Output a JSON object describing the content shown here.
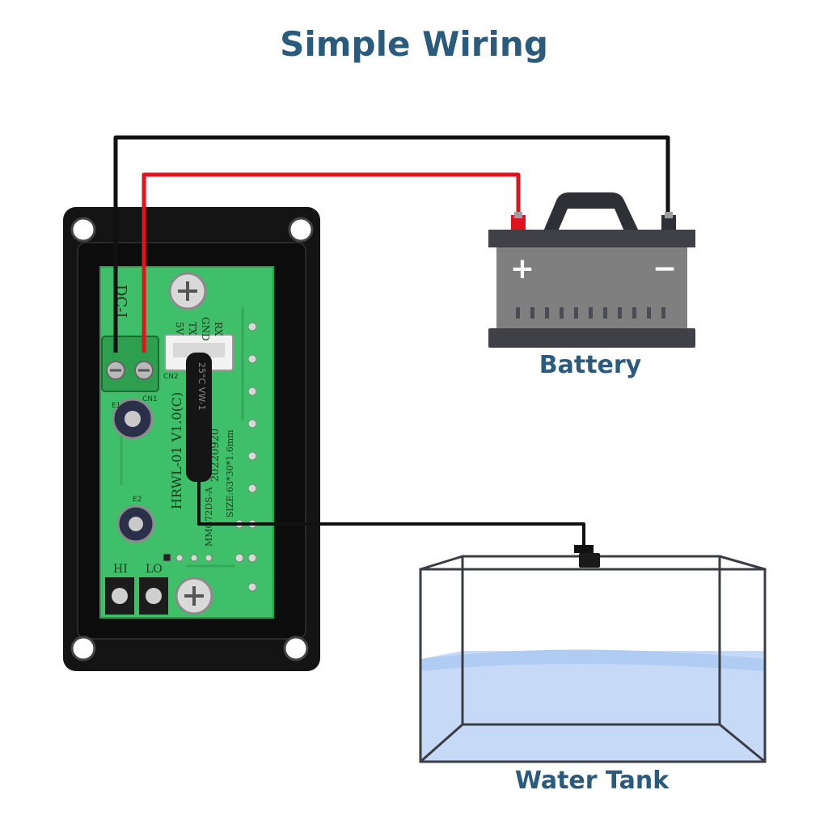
{
  "title": "Simple Wiring",
  "labels": {
    "battery": "Battery",
    "tank": "Water Tank"
  },
  "board": {
    "model": "HRWL-01 V1.0(C)",
    "date": "20220920",
    "size": "SIZE:63*30*1.6mm",
    "pins": [
      "5V",
      "TX",
      "GND",
      "RX"
    ],
    "buttons": [
      "HI",
      "LO"
    ],
    "cn1": "CN1",
    "cn2": "CN2",
    "e1": "E1",
    "e2": "E2",
    "cable": "25°C  VW-1",
    "id_side": "DC-I",
    "part": "MMG72DS-A"
  },
  "battery": {
    "plus": "+",
    "minus": "−"
  },
  "colors": {
    "title": "#2b5b7c",
    "wire_black": "#111111",
    "wire_red": "#e0141e",
    "battery_body": "#7f7f7f",
    "battery_top": "#3f4147",
    "pcb": "#3fbf6a",
    "panel": "#141414",
    "water": "#c6daf7"
  }
}
